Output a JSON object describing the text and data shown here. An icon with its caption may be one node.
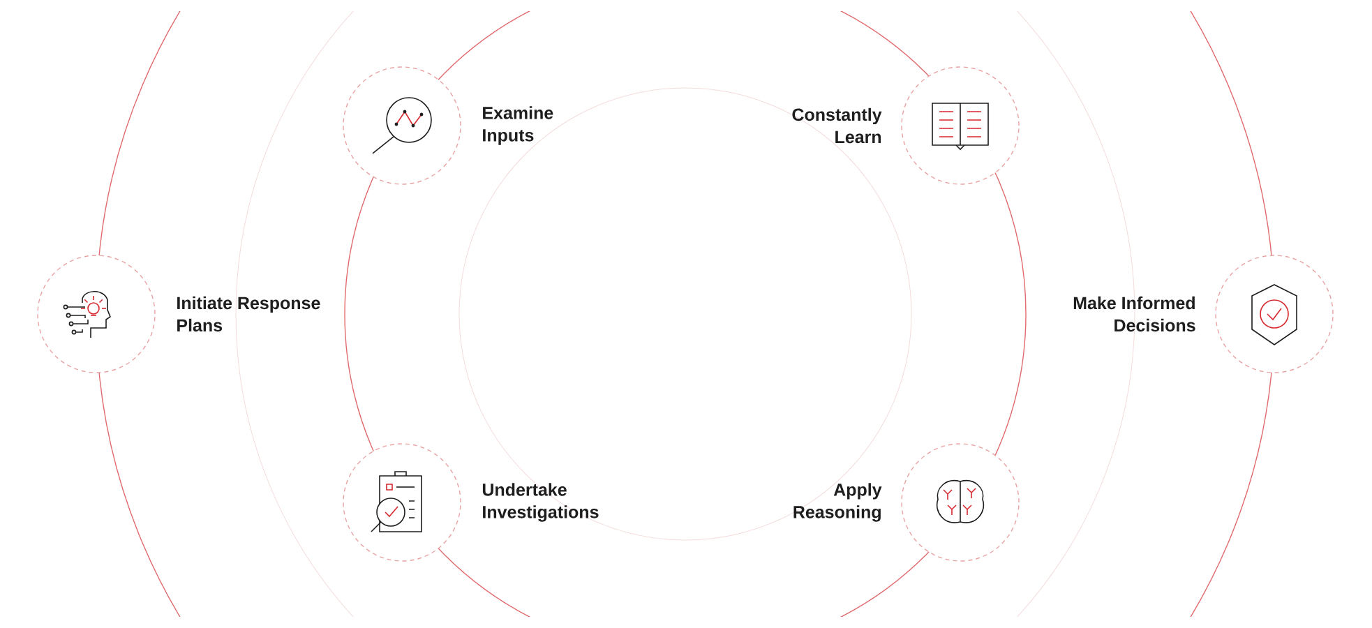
{
  "diagram": {
    "nodes": [
      {
        "text": [
          "Initiate Response Plans"
        ]
      },
      {
        "text": [
          "Examine Inputs"
        ]
      },
      {
        "text": [
          "Undertake Investigations"
        ]
      },
      {
        "text": [
          "Constantly Learn"
        ]
      },
      {
        "text": [
          "Apply Reasoning"
        ]
      },
      {
        "text": [
          "Make Informed Decisions"
        ]
      }
    ]
  }
}
